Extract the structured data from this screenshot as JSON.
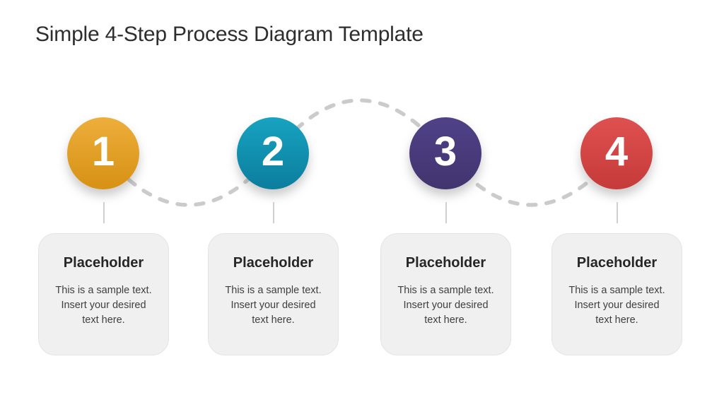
{
  "slide": {
    "title": "Simple 4-Step Process Diagram Template"
  },
  "colors": {
    "step1_circle": "#e2a02b",
    "step2_circle": "#1193b4",
    "step3_circle": "#493c7e",
    "step4_circle": "#d54747",
    "number_text": "#ffffff",
    "dashed_line": "#cbcbcb",
    "stem_line": "#d0d0d0",
    "card_background": "#f0f0f0",
    "card_border": "#e4e4e4",
    "title_text": "#2e2e2e",
    "card_title_text": "#262626",
    "card_body_text": "#3f3f3f"
  },
  "steps": [
    {
      "number": "1",
      "card_title": "Placeholder",
      "card_body": [
        "This is a sample text.",
        "Insert your desired",
        "text here."
      ]
    },
    {
      "number": "2",
      "card_title": "Placeholder",
      "card_body": [
        "This is a sample text.",
        "Insert your desired",
        "text here."
      ]
    },
    {
      "number": "3",
      "card_title": "Placeholder",
      "card_body": [
        "This is a sample text.",
        "Insert your desired",
        "text here."
      ]
    },
    {
      "number": "4",
      "card_title": "Placeholder",
      "card_body": [
        "This is a sample text.",
        "Insert your desired",
        "text here."
      ]
    }
  ]
}
